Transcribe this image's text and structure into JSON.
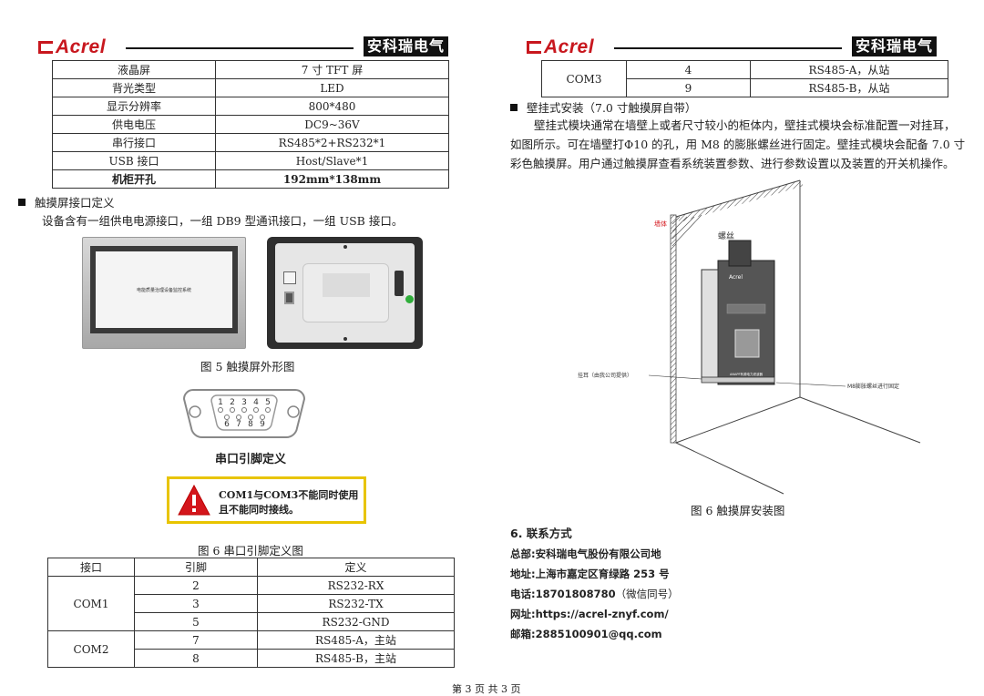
{
  "header": {
    "brand": "Acrel",
    "brand_cn": "安科瑞电气",
    "brand_color": "#c8171e"
  },
  "spec_table": {
    "rows": [
      {
        "label": "液晶屏",
        "value": "7 寸 TFT 屏"
      },
      {
        "label": "背光类型",
        "value": "LED"
      },
      {
        "label": "显示分辨率",
        "value": "800*480"
      },
      {
        "label": "供电电压",
        "value": "DC9~36V"
      },
      {
        "label": "串行接口",
        "value": "RS485*2+RS232*1"
      },
      {
        "label": "USB 接口",
        "value": "Host/Slave*1"
      },
      {
        "label": "机柜开孔",
        "value": "192mm*138mm"
      }
    ]
  },
  "section_touch": {
    "heading": "触摸屏接口定义",
    "text": "设备含有一组供电电源接口，一组 DB9 型通讯接口，一组 USB 接口。"
  },
  "fig5": {
    "screen_text": "电能质量治理设备监控系统",
    "caption": "图 5  触摸屏外形图"
  },
  "db9": {
    "top_pins": [
      "1",
      "2",
      "3",
      "4",
      "5"
    ],
    "bottom_pins": [
      "6",
      "7",
      "8",
      "9"
    ],
    "title": "串口引脚定义"
  },
  "warning": {
    "line1": "COM1与COM3不能同时使用",
    "line2": "且不能同时接线。"
  },
  "fig6_left_caption": "图 6  串口引脚定义图",
  "pin_table": {
    "headers": [
      "接口",
      "引脚",
      "定义"
    ],
    "groups": [
      {
        "port": "COM1",
        "rows": [
          {
            "pin": "2",
            "def": "RS232-RX"
          },
          {
            "pin": "3",
            "def": "RS232-TX"
          },
          {
            "pin": "5",
            "def": "RS232-GND"
          }
        ]
      },
      {
        "port": "COM2",
        "rows": [
          {
            "pin": "7",
            "def": "RS485-A，主站"
          },
          {
            "pin": "8",
            "def": "RS485-B，主站"
          }
        ]
      }
    ]
  },
  "com3_table": {
    "port": "COM3",
    "rows": [
      {
        "pin": "4",
        "def": "RS485-A，从站"
      },
      {
        "pin": "9",
        "def": "RS485-B，从站"
      }
    ]
  },
  "section_wall": {
    "heading": "壁挂式安装（7.0 寸触摸屏自带）",
    "para_lines": [
      "壁挂式模块通常在墙壁上或者尺寸较小的柜体内，壁挂式模块会标准配置一对挂耳，",
      "如图所示。可在墙壁打Φ10 的孔，用 M8 的膨胀螺丝进行固定。壁挂式模块会配备 7.0 寸",
      "彩色触摸屏。用户通过触摸屏查看系统装置参数、进行参数设置以及装置的开关机操作。"
    ]
  },
  "fig6_right": {
    "label_wall": "墙体",
    "label_screw": "螺丝",
    "label_ear": "挂耳（由我公司提供）",
    "label_m8": "M8膨胀螺丝进行固定",
    "device_brand": "Acrel",
    "device_name": "ANAPF有源电力滤波器",
    "caption": "图 6  触摸屏安装图"
  },
  "contact": {
    "heading": "6.  联系方式",
    "hq": "总部:安科瑞电气股份有限公司地",
    "address": "地址:上海市嘉定区育绿路 253 号",
    "phone": "电话:18701808780",
    "phone_note": "（微信同号）",
    "web": "网址:https://acrel-znyf.com/",
    "email": "邮箱:2885100901@qq.com"
  },
  "footer": "第 3 页 共 3 页"
}
